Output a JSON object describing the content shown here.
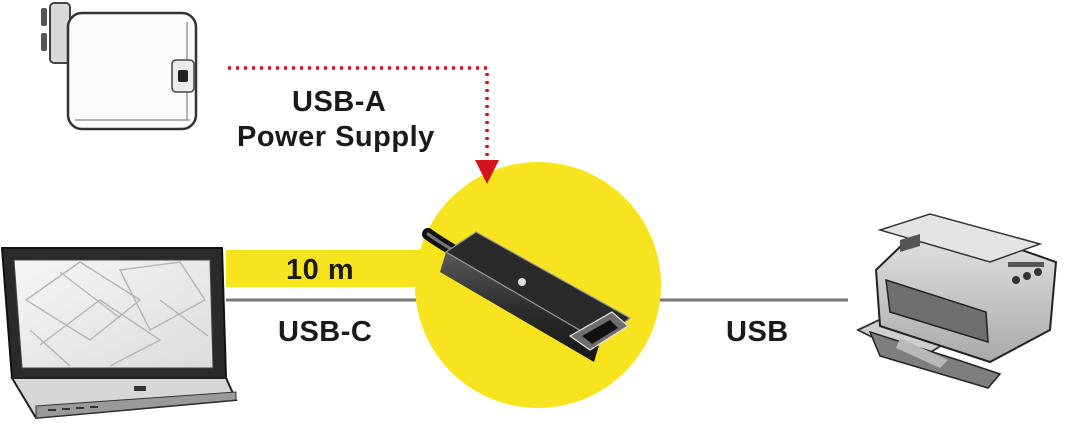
{
  "labels": {
    "power_line1": "USB-A",
    "power_line2": "Power Supply",
    "cable_length": "10 m",
    "left_port": "USB-C",
    "right_port": "USB"
  },
  "colors": {
    "highlight": "#f7e41f",
    "power_link": "#d4131b",
    "cable": "#777777",
    "text": "#1a1a1a"
  },
  "icons": [
    "wall-charger-icon",
    "laptop-icon",
    "usb-extender-icon",
    "printer-icon"
  ]
}
